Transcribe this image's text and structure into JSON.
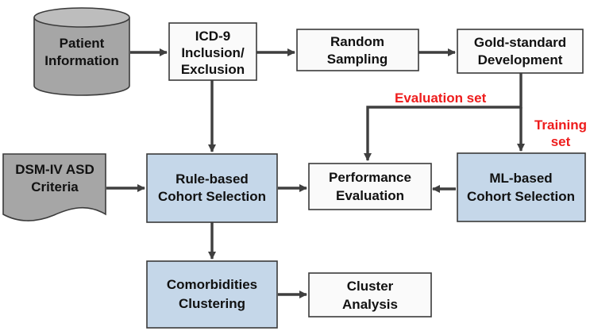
{
  "diagram": {
    "nodes": {
      "patient_info": {
        "lines": [
          "Patient",
          "Information"
        ],
        "shape": "cylinder",
        "fill": "#a6a6a6"
      },
      "icd9": {
        "lines": [
          "ICD-9",
          "Inclusion/",
          "Exclusion"
        ],
        "shape": "box",
        "fill": "#fafafa"
      },
      "random_sampling": {
        "lines": [
          "Random",
          "Sampling"
        ],
        "shape": "box",
        "fill": "#fafafa"
      },
      "gold_standard": {
        "lines": [
          "Gold-standard",
          "Development"
        ],
        "shape": "box",
        "fill": "#fafafa"
      },
      "dsm_criteria": {
        "lines": [
          "DSM-IV ASD",
          "Criteria"
        ],
        "shape": "document",
        "fill": "#a6a6a6"
      },
      "rule_based": {
        "lines": [
          "Rule-based",
          "Cohort Selection"
        ],
        "shape": "box",
        "fill": "#c5d7e9"
      },
      "performance_eval": {
        "lines": [
          "Performance",
          "Evaluation"
        ],
        "shape": "box",
        "fill": "#fafafa"
      },
      "ml_based": {
        "lines": [
          "ML-based",
          "Cohort Selection"
        ],
        "shape": "box",
        "fill": "#c5d7e9"
      },
      "comorbidities": {
        "lines": [
          "Comorbidities",
          "Clustering"
        ],
        "shape": "box",
        "fill": "#c5d7e9"
      },
      "cluster_analysis": {
        "lines": [
          "Cluster",
          "Analysis"
        ],
        "shape": "box",
        "fill": "#fafafa"
      }
    },
    "edge_labels": {
      "evaluation_set": "Evaluation set",
      "training_set": [
        "Training",
        "set"
      ]
    },
    "colors": {
      "edge": "#3f3f3f",
      "edge_label": "#ee1c1c",
      "highlight_box": "#c5d7e9",
      "data_shape": "#a6a6a6"
    }
  }
}
